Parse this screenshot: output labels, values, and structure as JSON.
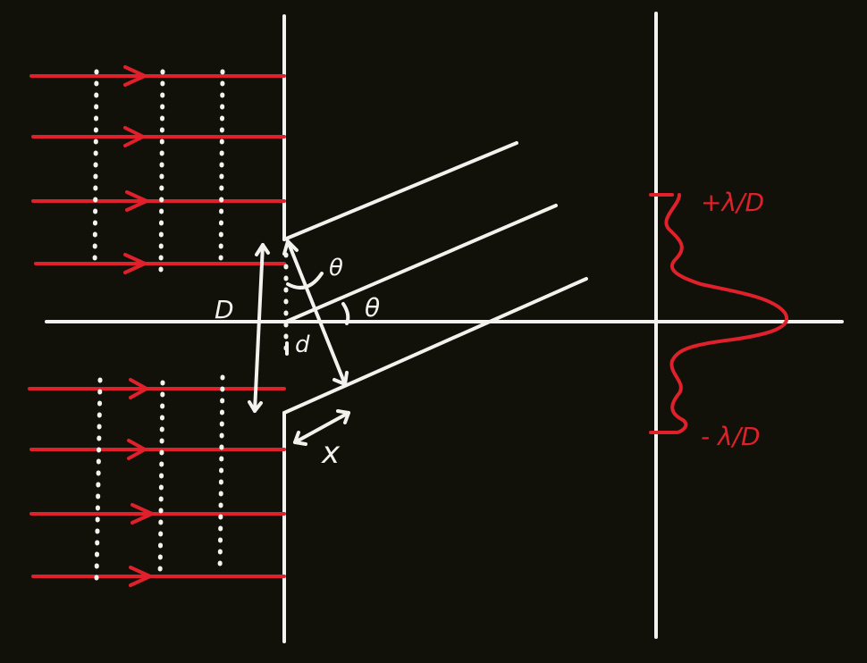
{
  "colors": {
    "background": "#11110a",
    "ink": "#f2f2ee",
    "accent": "#e0202a"
  },
  "labels": {
    "slit_width": "D",
    "theta_upper": "θ",
    "theta_center": "θ",
    "path_difference_d": "d",
    "x_marker": "x",
    "plus_lambda_over_D": "+λ/D",
    "minus_lambda_over_D": "- λ/D"
  }
}
